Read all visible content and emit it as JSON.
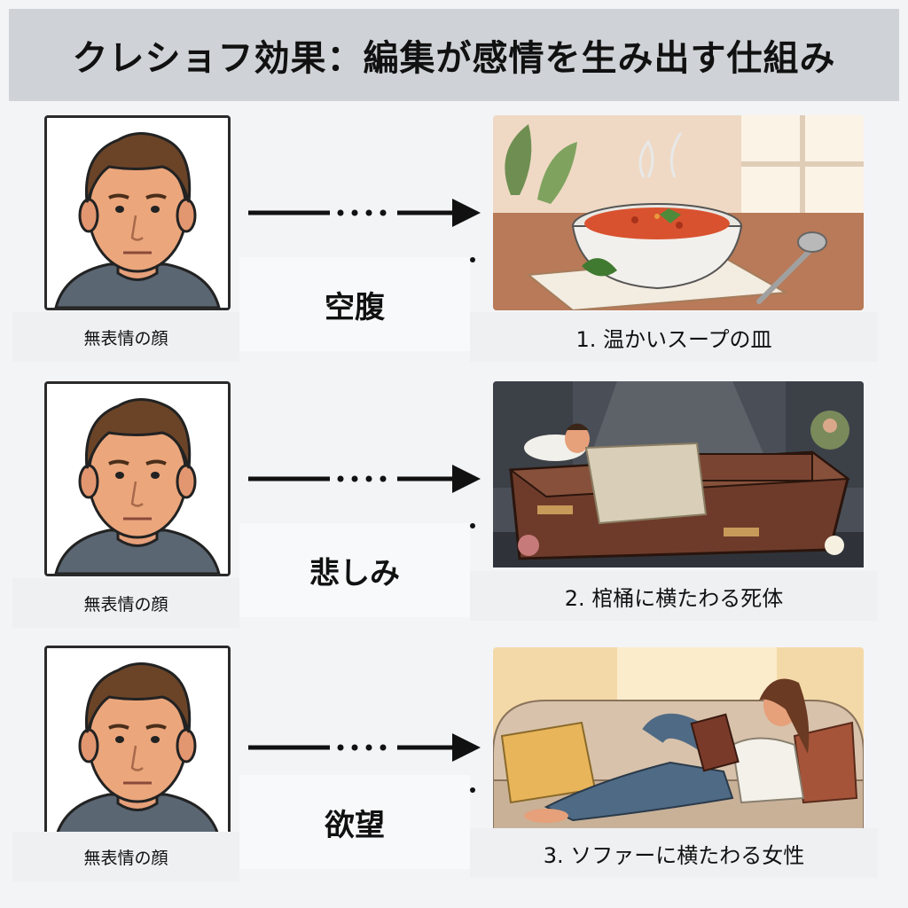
{
  "title": "クレショフ効果：編集が感情を生み出す仕組み",
  "rows": [
    {
      "face_caption": "無表情の顔",
      "emotion": "空腹",
      "scene_caption": "1. 温かいスープの皿"
    },
    {
      "face_caption": "無表情の顔",
      "emotion": "悲しみ",
      "scene_caption": "2. 棺桶に横たわる死体"
    },
    {
      "face_caption": "無表情の顔",
      "emotion": "欲望",
      "scene_caption": "3. ソファーに横たわる女性"
    }
  ],
  "colors": {
    "title_bg": "#cfd2d6",
    "page_bg": "#f3f4f6",
    "skin": "#e9a37a",
    "hair": "#6b4428"
  }
}
